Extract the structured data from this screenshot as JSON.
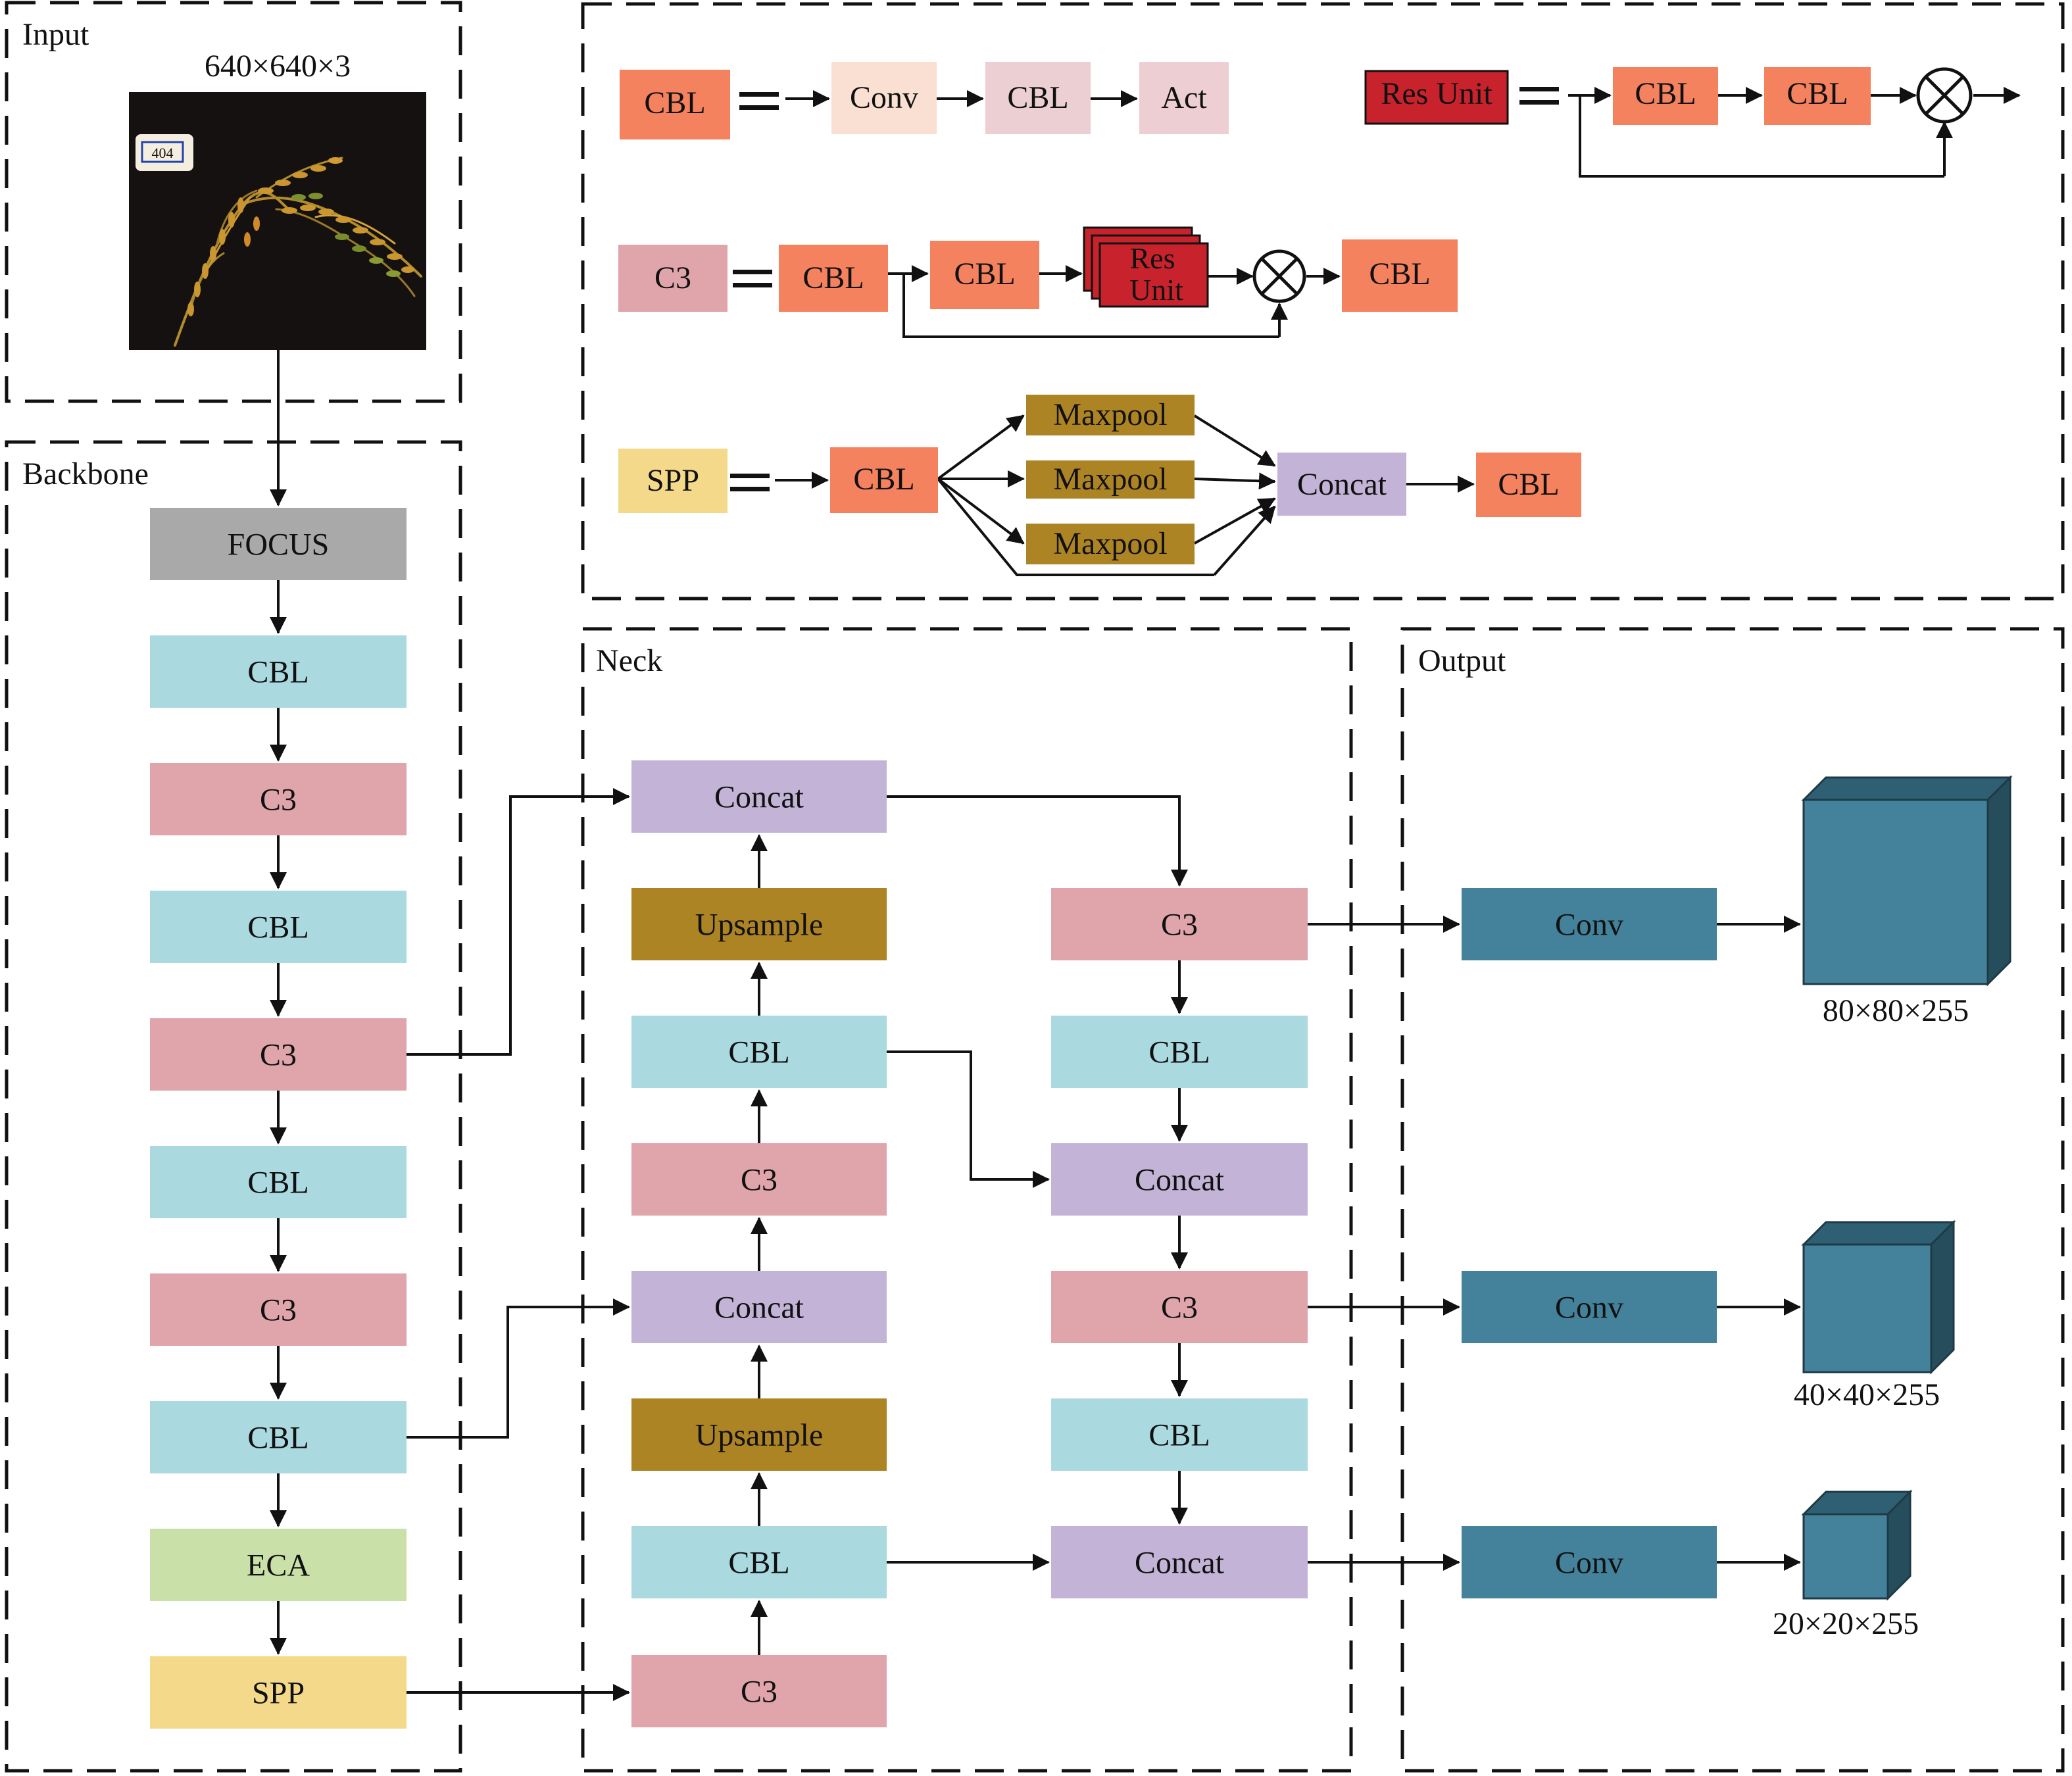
{
  "colors": {
    "cbl_light": "#aad9e0",
    "c3": "#dfa5ab",
    "focus": "#a9a9a9",
    "eca": "#c9e0a9",
    "spp": "#f4d98a",
    "concat": "#c3b4d7",
    "upsample": "#ad8424",
    "conv_out": "#43829a",
    "cube_top": "#2f5f72",
    "cube_side": "#264d5c",
    "cbl_orange": "#f5825e",
    "conv_legend": "#fae0d2",
    "cbl_legend_pink": "#ebcfd2",
    "act": "#edcfd3",
    "res_unit": "#c8232d",
    "maxpool": "#ad8424",
    "line": "#111111"
  },
  "sections": {
    "input": "Input",
    "backbone": "Backbone",
    "neck": "Neck",
    "output": "Output"
  },
  "input": {
    "size_label": "640×640×3",
    "tag_text": "404"
  },
  "backbone": {
    "blocks": [
      "FOCUS",
      "CBL",
      "C3",
      "CBL",
      "C3",
      "CBL",
      "C3",
      "CBL",
      "ECA",
      "SPP"
    ]
  },
  "neck": {
    "left": [
      "Concat",
      "Upsample",
      "CBL",
      "C3",
      "Concat",
      "Upsample",
      "CBL",
      "C3"
    ],
    "right": [
      "C3",
      "CBL",
      "Concat",
      "C3",
      "CBL",
      "Concat"
    ]
  },
  "output": {
    "conv": [
      "Conv",
      "Conv",
      "Conv"
    ],
    "sizes": [
      "80×80×255",
      "40×40×255",
      "20×20×255"
    ]
  },
  "legend": {
    "cbl_def": {
      "name": "CBL",
      "items": [
        "Conv",
        "CBL",
        "Act"
      ]
    },
    "res_def": {
      "name": "Res Unit",
      "items": [
        "CBL",
        "CBL"
      ]
    },
    "c3_def": {
      "name": "C3",
      "items": [
        "CBL",
        "CBL"
      ],
      "res_line1": "Res",
      "res_line2": "Unit",
      "out": "CBL"
    },
    "spp_def": {
      "name": "SPP",
      "cbl": "CBL",
      "pools": [
        "Maxpool",
        "Maxpool",
        "Maxpool"
      ],
      "concat": "Concat",
      "out": "CBL"
    }
  }
}
